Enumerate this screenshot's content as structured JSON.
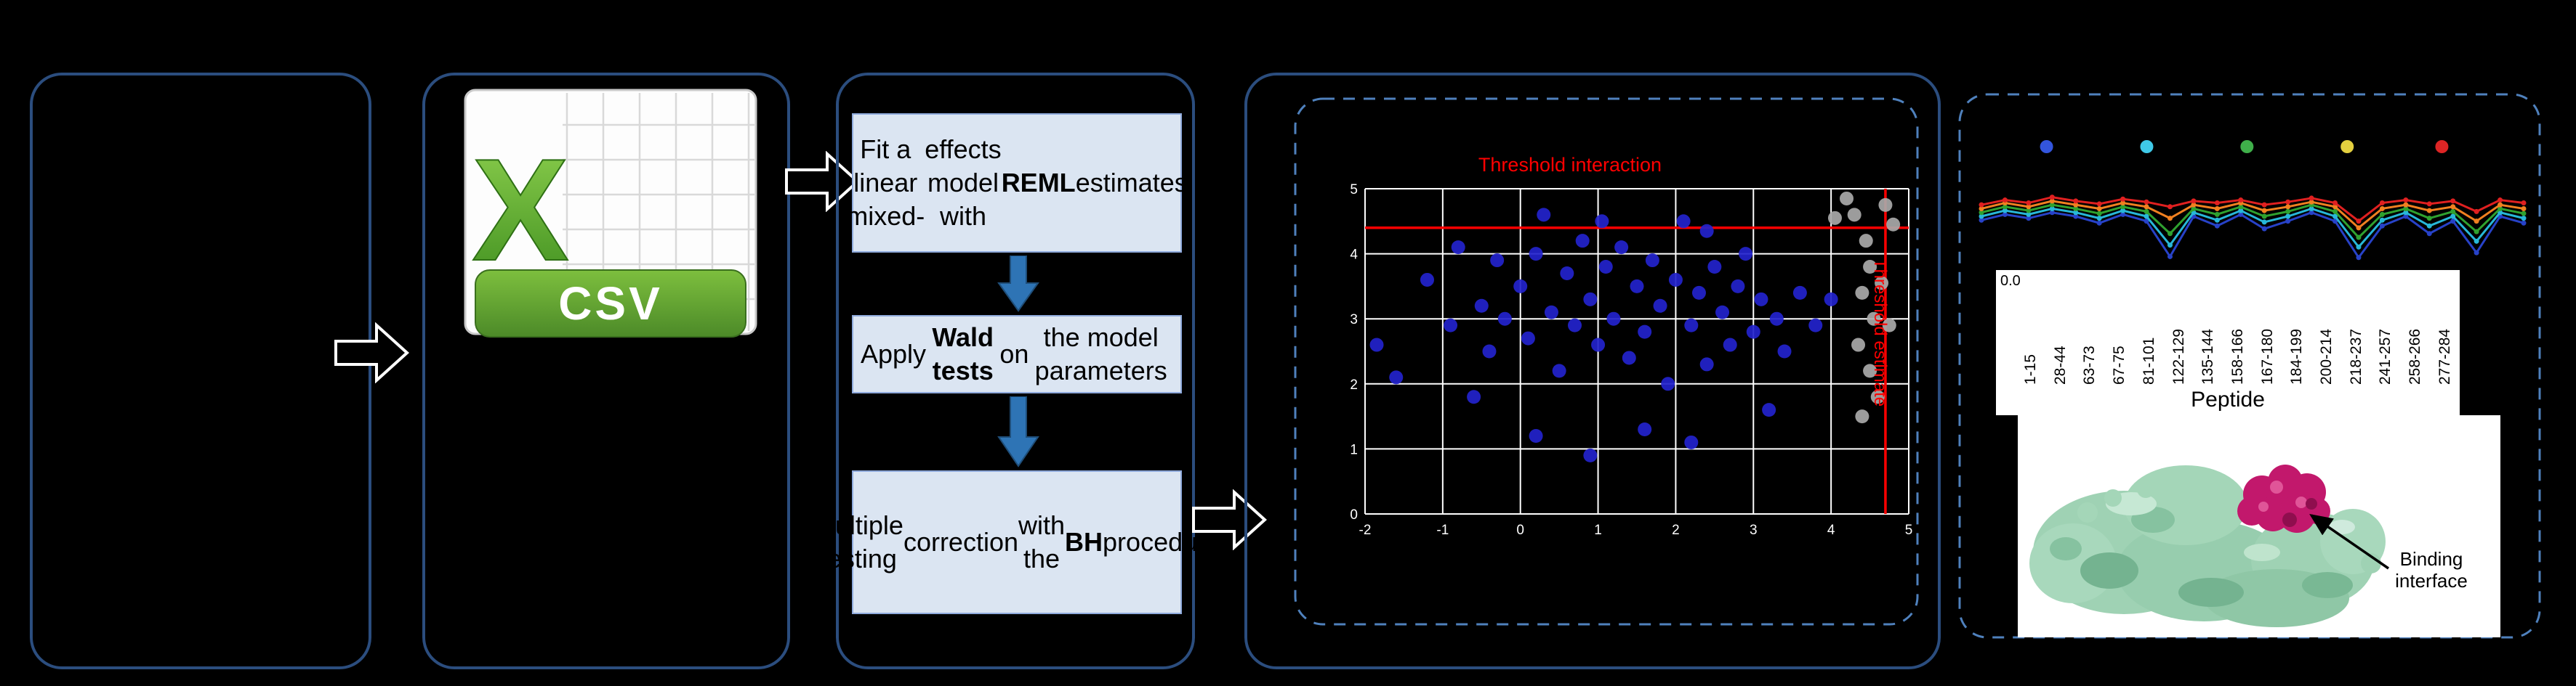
{
  "theme": {
    "background": "#000000",
    "panel_border": "#2b4d7e",
    "dashed_border": "#4f81bd",
    "process_fill": "#dbe5f2",
    "process_border": "#8faadc",
    "arrow_fill": "#2e74b5",
    "threshold_color": "#ff0000",
    "grid_color": "#ffffff",
    "csv_green": "#56a829"
  },
  "csv_panel": {
    "csv_icon": {
      "letter": "X",
      "label": "CSV"
    }
  },
  "stats_panel": {
    "boxes": [
      {
        "segments": [
          {
            "text": "Fit a linear mixed-"
          },
          {
            "br": true
          },
          {
            "text": "effects model with"
          },
          {
            "br": true
          },
          {
            "text": "REML",
            "bold": true
          },
          {
            "text": " estimates"
          }
        ]
      },
      {
        "segments": [
          {
            "text": "Apply "
          },
          {
            "text": "Wald tests",
            "bold": true
          },
          {
            "text": " on"
          },
          {
            "br": true
          },
          {
            "text": "the model parameters"
          }
        ]
      },
      {
        "segments": [
          {
            "text": "Multiple testing"
          },
          {
            "br": true
          },
          {
            "text": "correction"
          },
          {
            "br": true
          },
          {
            "text": "with the "
          },
          {
            "text": "BH",
            "bold": true
          },
          {
            "text": " procedure"
          }
        ]
      }
    ]
  },
  "result_panel": {
    "binding_label": "Binding interface"
  },
  "chart_data": [
    {
      "type": "scatter",
      "title": "Threshold interaction",
      "threshold_estimate_label": "Threshold estimate",
      "threshold_color": "#ff0000",
      "grid_color": "#ffffff",
      "background": "#000000",
      "x_range": [
        -2,
        5
      ],
      "y_range": [
        0,
        5
      ],
      "x_gridlines": [
        -2,
        -1,
        0,
        1,
        2,
        3,
        4,
        5
      ],
      "y_gridlines": [
        0,
        1,
        2,
        3,
        4,
        5
      ],
      "threshold_interaction_y": 4.4,
      "threshold_estimate_x": 4.7,
      "series": [
        {
          "name": "interaction-points",
          "color": "#2323cd",
          "points": [
            [
              -1.85,
              2.6
            ],
            [
              -1.6,
              2.1
            ],
            [
              -1.2,
              3.6
            ],
            [
              -0.9,
              2.9
            ],
            [
              -0.8,
              4.1
            ],
            [
              -0.6,
              1.8
            ],
            [
              -0.5,
              3.2
            ],
            [
              -0.4,
              2.5
            ],
            [
              -0.3,
              3.9
            ],
            [
              -0.2,
              3.0
            ],
            [
              0.0,
              3.5
            ],
            [
              0.1,
              2.7
            ],
            [
              0.2,
              4.0
            ],
            [
              0.2,
              1.2
            ],
            [
              0.3,
              4.6
            ],
            [
              0.4,
              3.1
            ],
            [
              0.5,
              2.2
            ],
            [
              0.6,
              3.7
            ],
            [
              0.7,
              2.9
            ],
            [
              0.8,
              4.2
            ],
            [
              0.9,
              3.3
            ],
            [
              0.9,
              0.9
            ],
            [
              1.0,
              2.6
            ],
            [
              1.05,
              4.5
            ],
            [
              1.1,
              3.8
            ],
            [
              1.2,
              3.0
            ],
            [
              1.3,
              4.1
            ],
            [
              1.4,
              2.4
            ],
            [
              1.5,
              3.5
            ],
            [
              1.6,
              2.8
            ],
            [
              1.6,
              1.3
            ],
            [
              1.7,
              3.9
            ],
            [
              1.8,
              3.2
            ],
            [
              1.9,
              2.0
            ],
            [
              2.0,
              3.6
            ],
            [
              2.1,
              4.5
            ],
            [
              2.2,
              2.9
            ],
            [
              2.2,
              1.1
            ],
            [
              2.3,
              3.4
            ],
            [
              2.4,
              2.3
            ],
            [
              2.4,
              4.35
            ],
            [
              2.5,
              3.8
            ],
            [
              2.6,
              3.1
            ],
            [
              2.7,
              2.6
            ],
            [
              2.8,
              3.5
            ],
            [
              2.9,
              4.0
            ],
            [
              3.0,
              2.8
            ],
            [
              3.1,
              3.3
            ],
            [
              3.2,
              1.6
            ],
            [
              3.3,
              3.0
            ],
            [
              3.4,
              2.5
            ],
            [
              3.6,
              3.4
            ],
            [
              3.8,
              2.9
            ],
            [
              4.0,
              3.3
            ]
          ]
        },
        {
          "name": "estimate-threshold-points",
          "color": "#a9a9a9",
          "points": [
            [
              4.05,
              4.55
            ],
            [
              4.2,
              4.85
            ],
            [
              4.3,
              4.6
            ],
            [
              4.45,
              4.2
            ],
            [
              4.5,
              3.8
            ],
            [
              4.4,
              3.4
            ],
            [
              4.55,
              3.0
            ],
            [
              4.35,
              2.6
            ],
            [
              4.5,
              2.2
            ],
            [
              4.6,
              1.8
            ],
            [
              4.4,
              1.5
            ],
            [
              4.7,
              4.75
            ],
            [
              4.8,
              4.45
            ],
            [
              4.65,
              3.55
            ],
            [
              4.75,
              2.9
            ]
          ]
        }
      ]
    },
    {
      "type": "line",
      "x_axis_label": "Peptide",
      "y_tick": "0.0",
      "x_count": 24,
      "x_categories": [
        "1-15",
        "28-44",
        "63-73",
        "67-75",
        "81-101",
        "122-129",
        "135-144",
        "158-166",
        "167-180",
        "184-199",
        "200-214",
        "218-237",
        "241-257",
        "258-266",
        "277-284"
      ],
      "timepoint_markers": {
        "colors": [
          "#3355dd",
          "#3fc9e8",
          "#3faf4a",
          "#e3cf3f",
          "#dd2525"
        ],
        "x_fractions": [
          0.13,
          0.31,
          0.49,
          0.67,
          0.84
        ]
      },
      "series": [
        {
          "name": "series-red",
          "color": "#e02020",
          "values": [
            0.62,
            0.67,
            0.64,
            0.7,
            0.66,
            0.63,
            0.68,
            0.65,
            0.6,
            0.66,
            0.64,
            0.67,
            0.62,
            0.65,
            0.69,
            0.64,
            0.45,
            0.64,
            0.67,
            0.63,
            0.66,
            0.55,
            0.67,
            0.64
          ]
        },
        {
          "name": "series-orange",
          "color": "#f08020",
          "values": [
            0.58,
            0.64,
            0.6,
            0.66,
            0.62,
            0.58,
            0.64,
            0.6,
            0.48,
            0.62,
            0.58,
            0.64,
            0.56,
            0.6,
            0.65,
            0.6,
            0.38,
            0.58,
            0.62,
            0.56,
            0.6,
            0.45,
            0.62,
            0.58
          ]
        },
        {
          "name": "series-green",
          "color": "#2fa12f",
          "values": [
            0.54,
            0.6,
            0.56,
            0.62,
            0.58,
            0.53,
            0.6,
            0.55,
            0.32,
            0.58,
            0.52,
            0.6,
            0.5,
            0.55,
            0.62,
            0.55,
            0.28,
            0.52,
            0.58,
            0.48,
            0.55,
            0.34,
            0.58,
            0.53
          ]
        },
        {
          "name": "series-cyan",
          "color": "#27b7d8",
          "values": [
            0.5,
            0.56,
            0.52,
            0.58,
            0.54,
            0.48,
            0.56,
            0.5,
            0.2,
            0.54,
            0.46,
            0.56,
            0.44,
            0.5,
            0.58,
            0.5,
            0.18,
            0.46,
            0.54,
            0.4,
            0.5,
            0.24,
            0.54,
            0.48
          ]
        },
        {
          "name": "series-blue",
          "color": "#2742c8",
          "values": [
            0.46,
            0.52,
            0.48,
            0.54,
            0.5,
            0.43,
            0.52,
            0.45,
            0.08,
            0.5,
            0.4,
            0.52,
            0.37,
            0.45,
            0.54,
            0.45,
            0.07,
            0.4,
            0.5,
            0.32,
            0.45,
            0.12,
            0.5,
            0.43
          ]
        }
      ]
    }
  ]
}
